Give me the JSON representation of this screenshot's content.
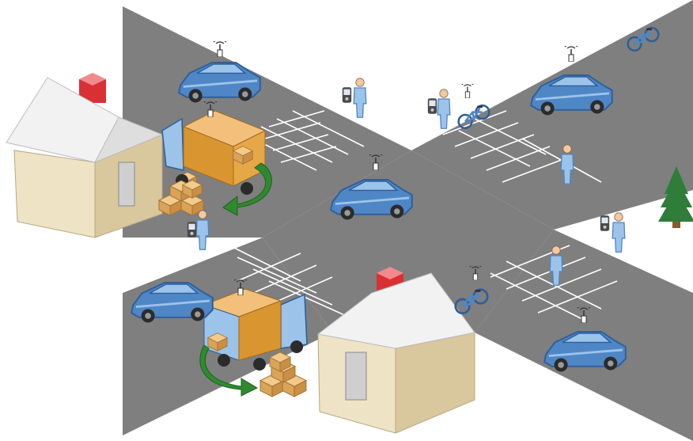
{
  "diagram": {
    "colors": {
      "road": "#7f7f7f",
      "lane_marking": "#ffffff",
      "background": "#ffffff",
      "vehicle_body": "#4f86c6",
      "vehicle_highlight": "#9cc3ea",
      "cargo_box": "#d9952f",
      "house_wall": "#efe3c6",
      "house_roof": "#f2f2f2",
      "chimney": "#d93035",
      "arrow": "#2f8a2f",
      "tree": "#2e7d3a",
      "parcel": "#e2b26a"
    },
    "nodes": [
      {
        "kind": "house",
        "icon": "house-icon"
      },
      {
        "kind": "house",
        "icon": "house-icon"
      },
      {
        "kind": "delivery-truck",
        "icon": "truck-icon"
      },
      {
        "kind": "delivery-truck",
        "icon": "truck-icon"
      },
      {
        "kind": "connected-car",
        "icon": "car-icon"
      },
      {
        "kind": "connected-car",
        "icon": "car-icon"
      },
      {
        "kind": "connected-car",
        "icon": "car-icon"
      },
      {
        "kind": "connected-car",
        "icon": "car-icon"
      },
      {
        "kind": "car",
        "icon": "car-icon"
      },
      {
        "kind": "connected-bicycle",
        "icon": "bicycle-icon"
      },
      {
        "kind": "connected-bicycle",
        "icon": "bicycle-icon"
      },
      {
        "kind": "bicycle",
        "icon": "bicycle-icon"
      },
      {
        "kind": "pedestrian-with-phone",
        "icon": "pedestrian-phone-icon"
      },
      {
        "kind": "pedestrian-with-phone",
        "icon": "pedestrian-phone-icon"
      },
      {
        "kind": "pedestrian-with-phone",
        "icon": "pedestrian-phone-icon"
      },
      {
        "kind": "pedestrian-with-phone",
        "icon": "pedestrian-phone-icon"
      },
      {
        "kind": "pedestrian",
        "icon": "pedestrian-icon"
      },
      {
        "kind": "pedestrian",
        "icon": "pedestrian-icon"
      },
      {
        "kind": "parcel-stack",
        "icon": "parcel-stack-icon"
      },
      {
        "kind": "parcel-stack",
        "icon": "parcel-stack-icon"
      },
      {
        "kind": "delivery-arrow",
        "icon": "curved-arrow-icon"
      },
      {
        "kind": "delivery-arrow",
        "icon": "curved-arrow-icon"
      },
      {
        "kind": "tree",
        "icon": "pine-tree-icon"
      }
    ]
  }
}
